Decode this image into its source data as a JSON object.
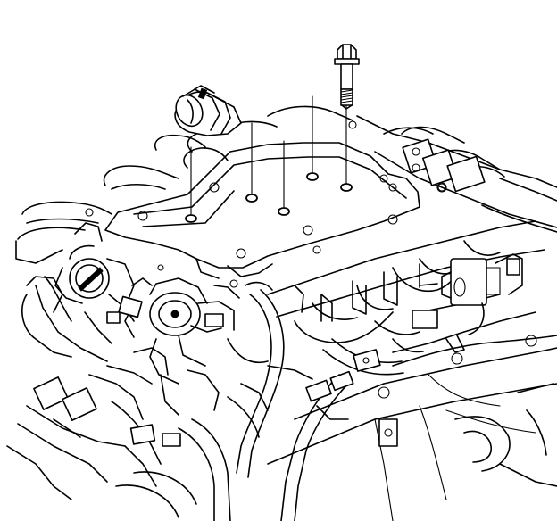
{
  "figure": {
    "subject": "engine-intake-plenum-bolt-removal",
    "background": "#ffffff",
    "line_color": "#000000",
    "leader_lines": 5,
    "bolt_count": 1,
    "mounting_holes": 5
  }
}
